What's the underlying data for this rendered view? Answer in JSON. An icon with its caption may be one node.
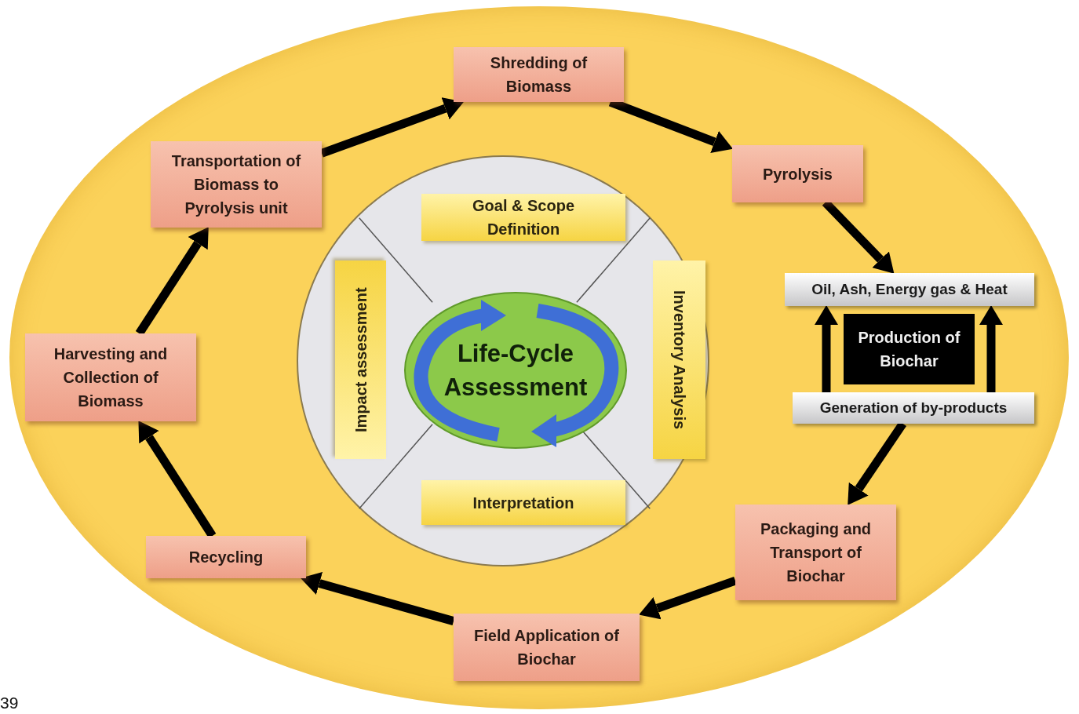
{
  "diagram": {
    "nodes": [
      {
        "text": [],
        "shape": "ellipse"
      },
      {
        "text": [
          "Shredding of Biomass"
        ],
        "in": 0
      },
      {
        "text": [
          "Pyrolysis"
        ],
        "in": 0
      },
      {
        "text": [
          "Oil, Ash, Energy gas & Heat"
        ],
        "in": 0
      },
      {
        "text": [
          "Production of Biochar"
        ],
        "in": 0
      },
      {
        "text": [
          "Generation of by-products"
        ],
        "in": 0
      },
      {
        "text": [
          "Packaging and Transport of Biochar"
        ],
        "in": 0
      },
      {
        "text": [
          "Field Application of Biochar"
        ],
        "in": 0
      },
      {
        "text": [
          "Recycling"
        ],
        "in": 0
      },
      {
        "text": [
          "Harvesting and Collection of Biomass"
        ],
        "in": 0
      },
      {
        "text": [
          "Transportation of Biomass to Pyrolysis unit"
        ],
        "in": 0
      },
      {
        "text": [],
        "shape": "circle",
        "in": 0
      },
      {
        "text": [
          "Goal & Scope Definition"
        ],
        "in": 11
      },
      {
        "text": [
          "Inventory Analysis"
        ],
        "in": 11
      },
      {
        "text": [
          "Interpretation"
        ],
        "in": 11
      },
      {
        "text": [
          "Impact assessment"
        ],
        "in": 11
      },
      {
        "text": [
          "Life-Cycle Assessment"
        ],
        "in": 11
      }
    ],
    "edges": [
      {
        "from": 1,
        "to": 2,
        "arrow": "to"
      },
      {
        "from": 2,
        "to": 3,
        "arrow": "to"
      },
      {
        "from": 5,
        "to": 3,
        "arrow": "to"
      },
      {
        "from": 5,
        "to": 3,
        "arrow": "to"
      },
      {
        "from": 5,
        "to": 6,
        "arrow": "to"
      },
      {
        "from": 6,
        "to": 7,
        "arrow": "to"
      },
      {
        "from": 7,
        "to": 8,
        "arrow": "to"
      },
      {
        "from": 8,
        "to": 9,
        "arrow": "to"
      },
      {
        "from": 9,
        "to": 10,
        "arrow": "to"
      },
      {
        "from": 10,
        "to": 1,
        "arrow": "to"
      }
    ],
    "labels": [
      "39"
    ]
  }
}
